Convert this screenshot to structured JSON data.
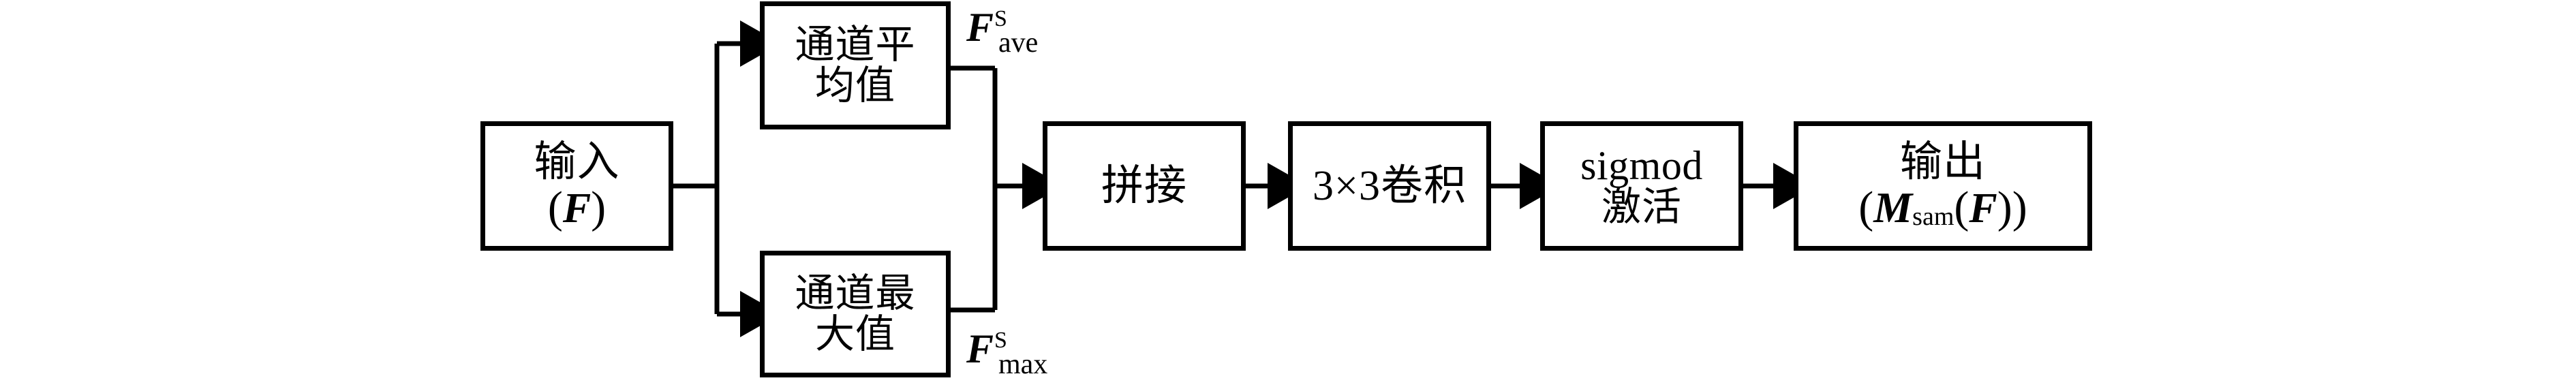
{
  "diagram": {
    "title": "Spatial attention module block diagram",
    "stroke_color": "#000000",
    "fill_color": "#ffffff",
    "nodes": {
      "input": {
        "line1": "输入",
        "paren_open": "(",
        "var": "F",
        "paren_close": ")"
      },
      "channel_avg": {
        "line1": "通道平",
        "line2": "均值"
      },
      "channel_max": {
        "line1": "通道最",
        "line2": "大值"
      },
      "concat": {
        "line1": "拼接"
      },
      "conv": {
        "line1": "3×3卷积"
      },
      "sigmod": {
        "line1": "sigmod",
        "line2": "激活"
      },
      "output": {
        "line1": "输出",
        "paren_open": "(",
        "var": "M",
        "sub": "sam",
        "inner_open": "(",
        "inner_var": "F",
        "inner_close": ")",
        "paren_close": ")"
      }
    },
    "edge_labels": {
      "f_ave": {
        "var": "F",
        "sup": "S",
        "sub": "ave"
      },
      "f_max": {
        "var": "F",
        "sup": "S",
        "sub": "max"
      }
    }
  }
}
